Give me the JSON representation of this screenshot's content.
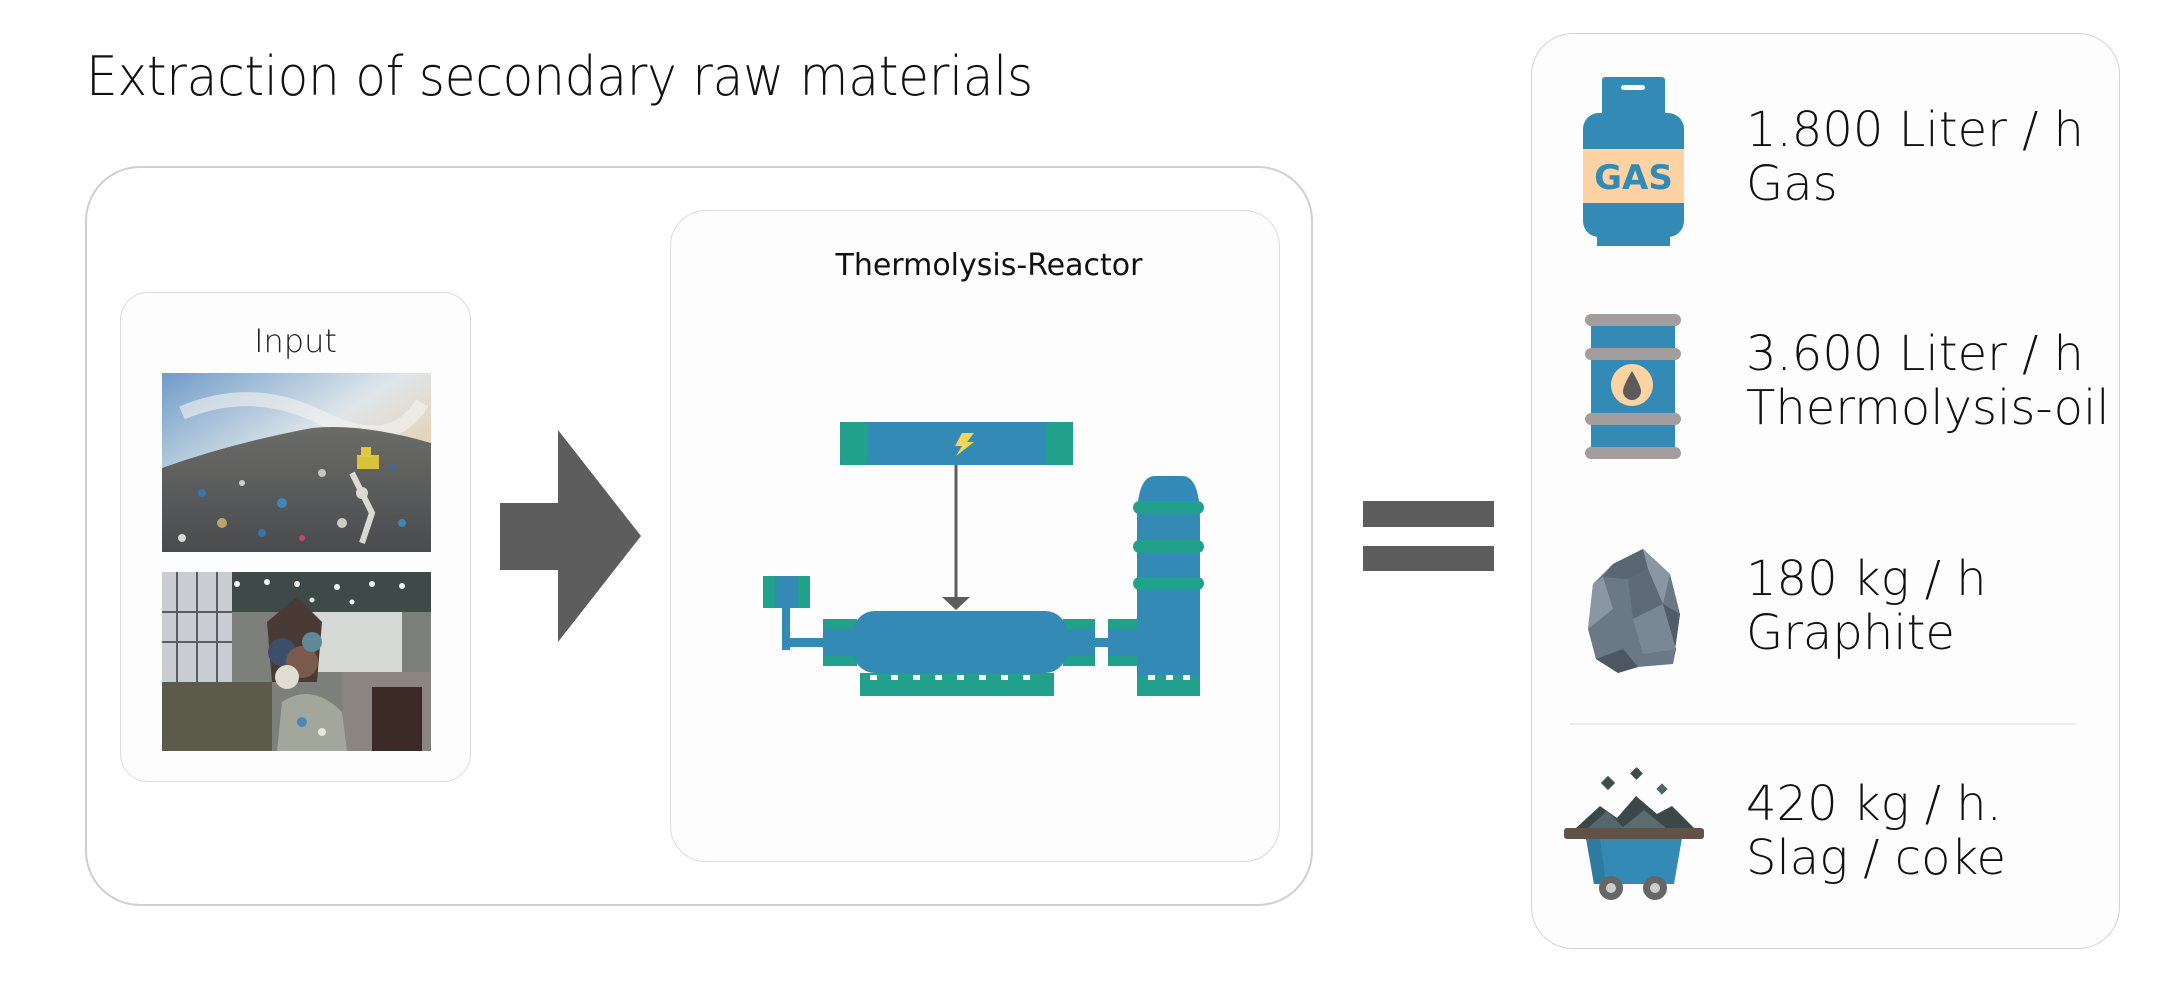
{
  "title": "Extraction of secondary raw materials",
  "input": {
    "label": "Input",
    "images": [
      {
        "name": "landfill-photo",
        "description": "Landfill waste heap with bulldozer"
      },
      {
        "name": "waste-bunker-photo",
        "description": "Waste bunker with crane grabber"
      }
    ]
  },
  "process_arrow": "arrow-right-icon",
  "reactor": {
    "label": "Thermolysis-Reactor",
    "icon": "thermolysis-reactor-diagram"
  },
  "equals_sign": "equals-icon",
  "outputs": [
    {
      "amount": "1.800 Liter / h",
      "product": "Gas",
      "icon": "gas-cylinder-icon"
    },
    {
      "amount": "3.600 Liter / h",
      "product": "Thermolysis-oil",
      "icon": "oil-barrel-icon"
    },
    {
      "amount": "180 kg / h",
      "product": "Graphite",
      "icon": "graphite-rock-icon"
    },
    {
      "amount": "420 kg / h.",
      "product": "Slag / coke",
      "icon": "coal-cart-icon"
    }
  ],
  "colors": {
    "primary_blue": "#338bb5",
    "teal": "#21a08b",
    "arrow_gray": "#5d5d5d",
    "label_peach": "#fdd3a4",
    "lightning_yellow": "#f7d35a"
  }
}
